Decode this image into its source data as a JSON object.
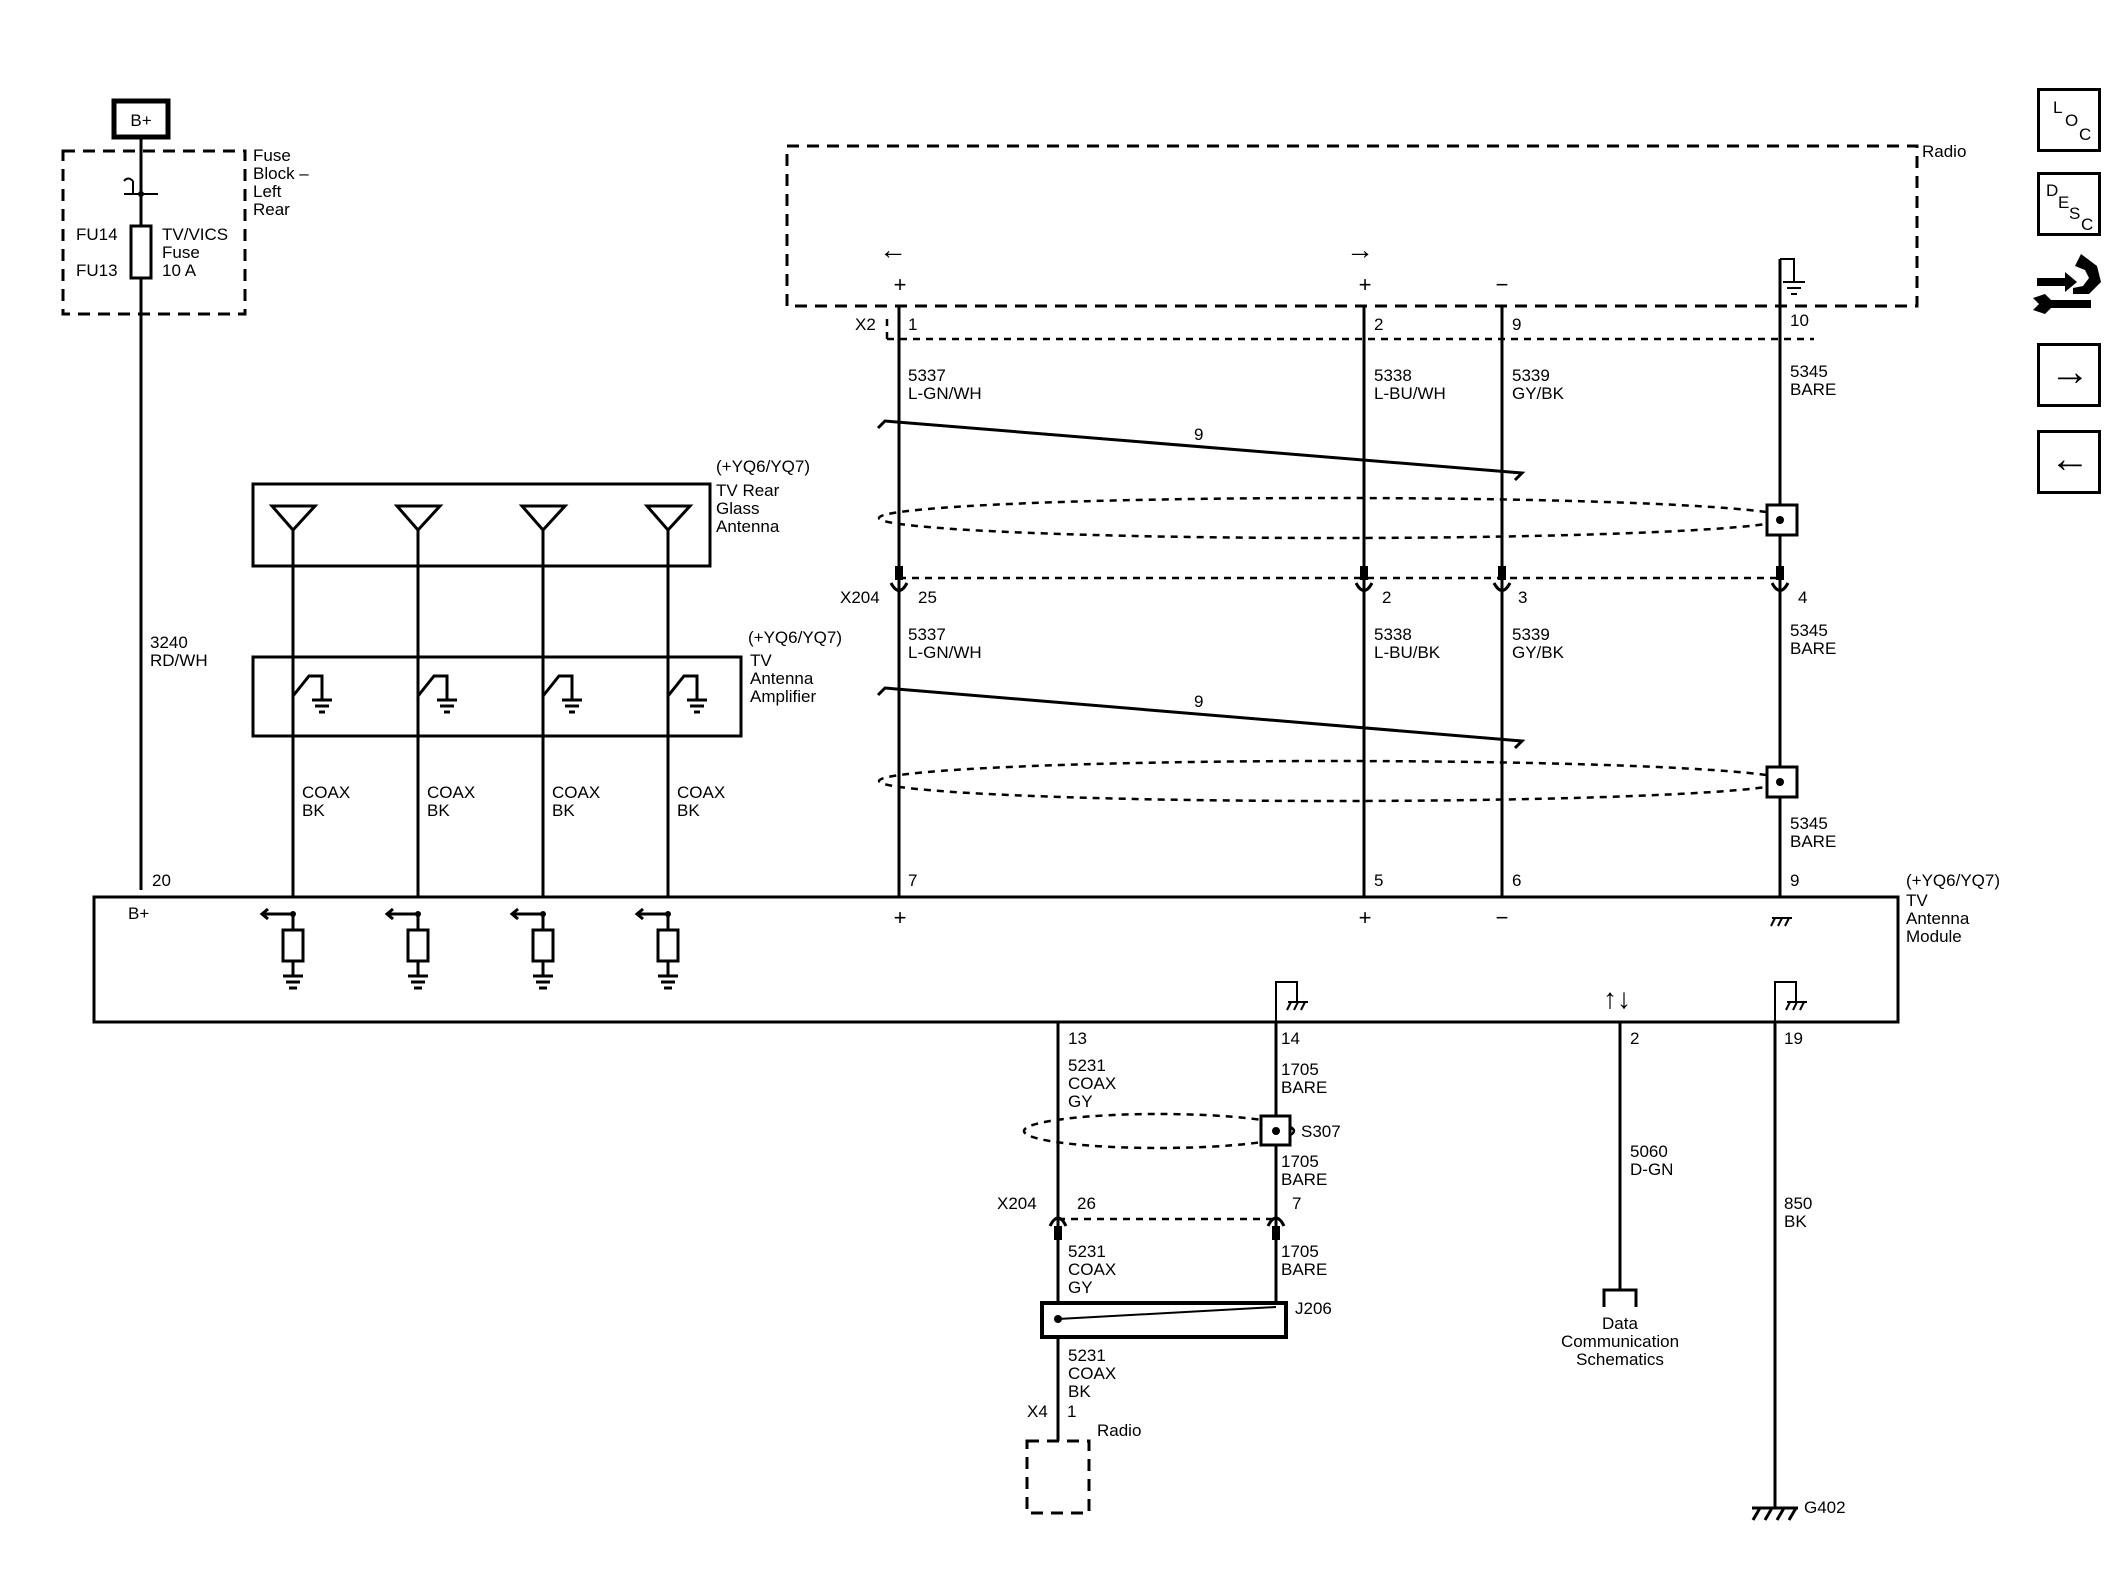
{
  "power": {
    "label": "B+"
  },
  "fuse_block": {
    "name_lines": [
      "Fuse",
      "Block –",
      "Left",
      "Rear"
    ],
    "pin_in": "FU14",
    "pin_out": "FU13",
    "fuse_lines": [
      "TV/VICS",
      "Fuse",
      "10 A"
    ]
  },
  "radio_top": {
    "name": "Radio",
    "connector": "X2"
  },
  "arrows": {
    "left": "←",
    "right": "→",
    "updown": "↑↓"
  },
  "polarity": {
    "plus": "+",
    "minus": "−"
  },
  "wires": {
    "w1": {
      "pin_x2": "1",
      "ckt": "5337",
      "color": "L-GN/WH",
      "pin_x204": "25",
      "ckt_b": "5337",
      "color_b": "L-GN/WH",
      "pin_mod": "7"
    },
    "w2": {
      "pin_x2": "2",
      "ckt": "5338",
      "color": "L-BU/WH",
      "pin_x204": "2",
      "ckt_b": "5338",
      "color_b": "L-BU/BK",
      "pin_mod": "5"
    },
    "w3": {
      "pin_x2": "9",
      "ckt": "5339",
      "color": "GY/BK",
      "pin_x204": "3",
      "ckt_b": "5339",
      "color_b": "GY/BK",
      "pin_mod": "6"
    },
    "w4": {
      "pin_x2": "10",
      "ckt": "5345",
      "color": "BARE",
      "pin_x204": "4",
      "ckt_b": "5345",
      "color_b": "BARE",
      "ckt_c": "5345",
      "color_c": "BARE",
      "pin_mod": "9"
    }
  },
  "twist_label": "9",
  "x204_label": "X204",
  "rear_glass": {
    "option": "(+YQ6/YQ7)",
    "name_lines": [
      "TV Rear",
      "Glass",
      "Antenna"
    ]
  },
  "amplifier": {
    "option": "(+YQ6/YQ7)",
    "name_lines": [
      "TV",
      "Antenna",
      "Amplifier"
    ]
  },
  "coax": {
    "name": "COAX",
    "color": "BK"
  },
  "feed": {
    "ckt": "3240",
    "color": "RD/WH",
    "pin": "20",
    "module_label": "B+"
  },
  "module": {
    "option": "(+YQ6/YQ7)",
    "name_lines": [
      "TV",
      "Antenna",
      "Module"
    ]
  },
  "bottom": {
    "p13": "13",
    "c13": "5231",
    "c13_type": "COAX",
    "c13_color": "GY",
    "p14": "14",
    "c14": "1705",
    "c14_color": "BARE",
    "splice": "S307",
    "c14b": "1705",
    "c14b_color": "BARE",
    "x204": "X204",
    "p26": "26",
    "p7": "7",
    "c5231b": "5231",
    "c5231b_type": "COAX",
    "c5231b_color": "GY",
    "c1705c": "1705",
    "c1705c_color": "BARE",
    "j206": "J206",
    "c5231c": "5231",
    "c5231c_type": "COAX",
    "c5231c_color": "BK",
    "x4": "X4",
    "x4_pin": "1",
    "radio": "Radio",
    "p2": "2",
    "c5060": "5060",
    "c5060_color": "D-GN",
    "data_lines": [
      "Data",
      "Communication",
      "Schematics"
    ],
    "p19": "19",
    "c850": "850",
    "c850_color": "BK",
    "ground": "G402"
  },
  "nav": {
    "loc": [
      "L",
      "O",
      "C"
    ],
    "desc": [
      "D",
      "E",
      "S",
      "C"
    ],
    "next": "→",
    "back": "←"
  }
}
